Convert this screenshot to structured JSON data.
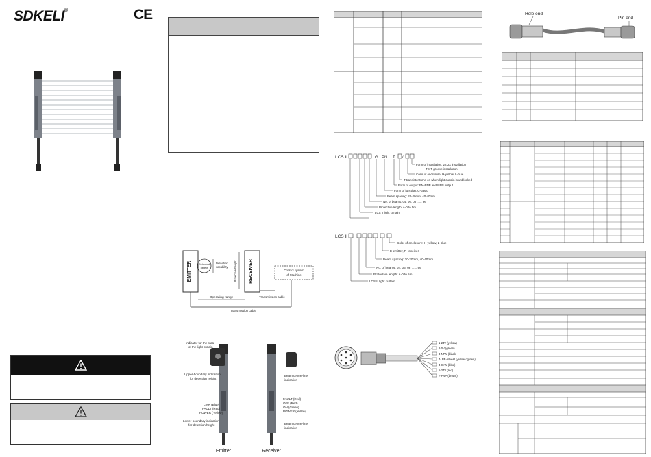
{
  "brand": {
    "logo": "SDKELI",
    "mark": "CE"
  },
  "diagram": {
    "emitter": "EMITTER",
    "receiver": "RECEIVER",
    "detected_object": "Detected object",
    "detection_capability": "Detection capability",
    "protective_height": "Protective height",
    "control_system": "Control system of Machine",
    "operating_range": "Operating range",
    "transmission_cable": "Transmission cable",
    "transmission_cable_2": "Transmission cable"
  },
  "indicators": {
    "state_indicator": "Indicator for the state of the light curtain",
    "upper_boundary": "Upper-boundary indication for detection height",
    "link": "LINK (Blue)",
    "fault_emitter": "FAULT (Red)",
    "power": "POWER (Yellow)",
    "lower_boundary": "Lower-boundary indication for detection height",
    "beam_centre_top": "Beam centre-line indication",
    "fault_receiver": "FAULT (Red)",
    "off": "OFF (Red)",
    "on": "ON (Green)",
    "power_receiver": "POWER (Yellow)",
    "beam_centre_bottom": "Beam centre-line indication",
    "emitter_caption": "Emitter",
    "receiver_caption": "Receiver"
  },
  "order_code_1": {
    "code": "LCS II",
    "fixed_g": "G",
    "fixed_pn": "PN",
    "fixed_t": "T",
    "labels": [
      "Form of installation: 2Z-2Z installation",
      "TC-T-groove installation",
      "Color of enclosure: H-yellow, L-blue",
      "T-transistor turns on when light curtain is unblocked",
      "Form of output: PN-PNP and NPN output",
      "Form of function: G-basic",
      "Beam spacing: 20-20mm, 40-40mm",
      "No. of beams: 04, 06, 08 ...... 96",
      "Protective length: A-0 to 5m",
      "LCS II light curtain"
    ]
  },
  "order_code_2": {
    "code": "LCS II",
    "labels": [
      "Color of enclosure: H-yellow, L-blue",
      "E-emitter, R-receiver",
      "Beam spacing: 20-20mm, 40-40mm",
      "No. of beams: 04, 06, 08 ...... 96",
      "Protective length: A-0 to 5m",
      "LCS II light curtain"
    ]
  },
  "wires": [
    "1-24V (yellow)",
    "2-0V (green)",
    "3-NPN (black)",
    "4- PE- shield (yellow / green)",
    "4-CAN (blue)",
    "5-24V (red)",
    "7-PNP (brown)"
  ],
  "connector": {
    "hole_end": "Hole end",
    "pin_end": "Pin end"
  }
}
